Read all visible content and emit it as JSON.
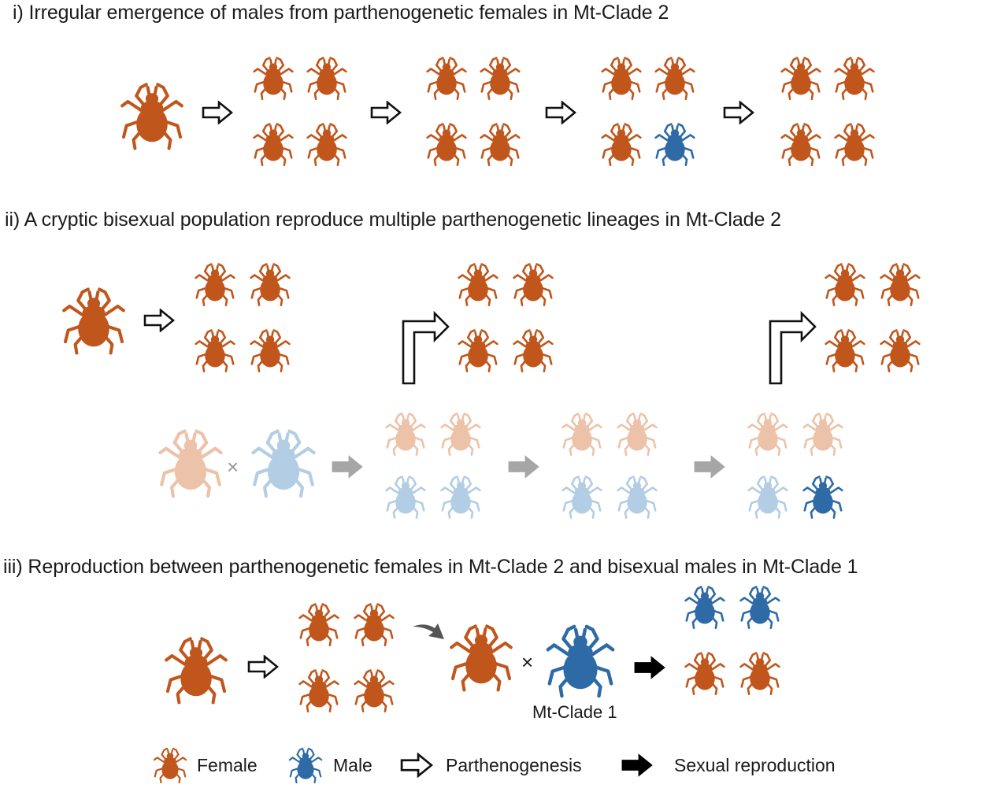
{
  "colors": {
    "female": "#c0561b",
    "male": "#2e6aa6",
    "female_faded": "#ecc2a8",
    "male_faded": "#b3cde4",
    "arrow_outline": "#111111",
    "arrow_gray": "#a6a6a6",
    "arrow_solid": "#000000",
    "pointer_arrow": "#555555"
  },
  "icons": {
    "female_tick": "tick-icon",
    "male_tick": "tick-icon",
    "parthenogenesis_arrow": "hollow-arrow-icon",
    "sexual_arrow": "solid-arrow-icon",
    "bent_arrow": "bent-hollow-arrow-icon"
  },
  "sections": {
    "s1": {
      "title": "i) Irregular emergence of males from parthenogenetic females in Mt-Clade 2"
    },
    "s2": {
      "title": "ii) A cryptic bisexual population reproduce multiple parthenogenetic lineages in Mt-Clade 2",
      "cross": "×"
    },
    "s3": {
      "title": "iii) Reproduction between parthenogenetic females in Mt-Clade 2 and bisexual males in Mt-Clade 1",
      "cross": "×",
      "male_label": "Mt-Clade 1"
    }
  },
  "legend": {
    "female": "Female",
    "male": "Male",
    "parthenogenesis": "Parthenogenesis",
    "sexual": "Sexual reproduction"
  }
}
